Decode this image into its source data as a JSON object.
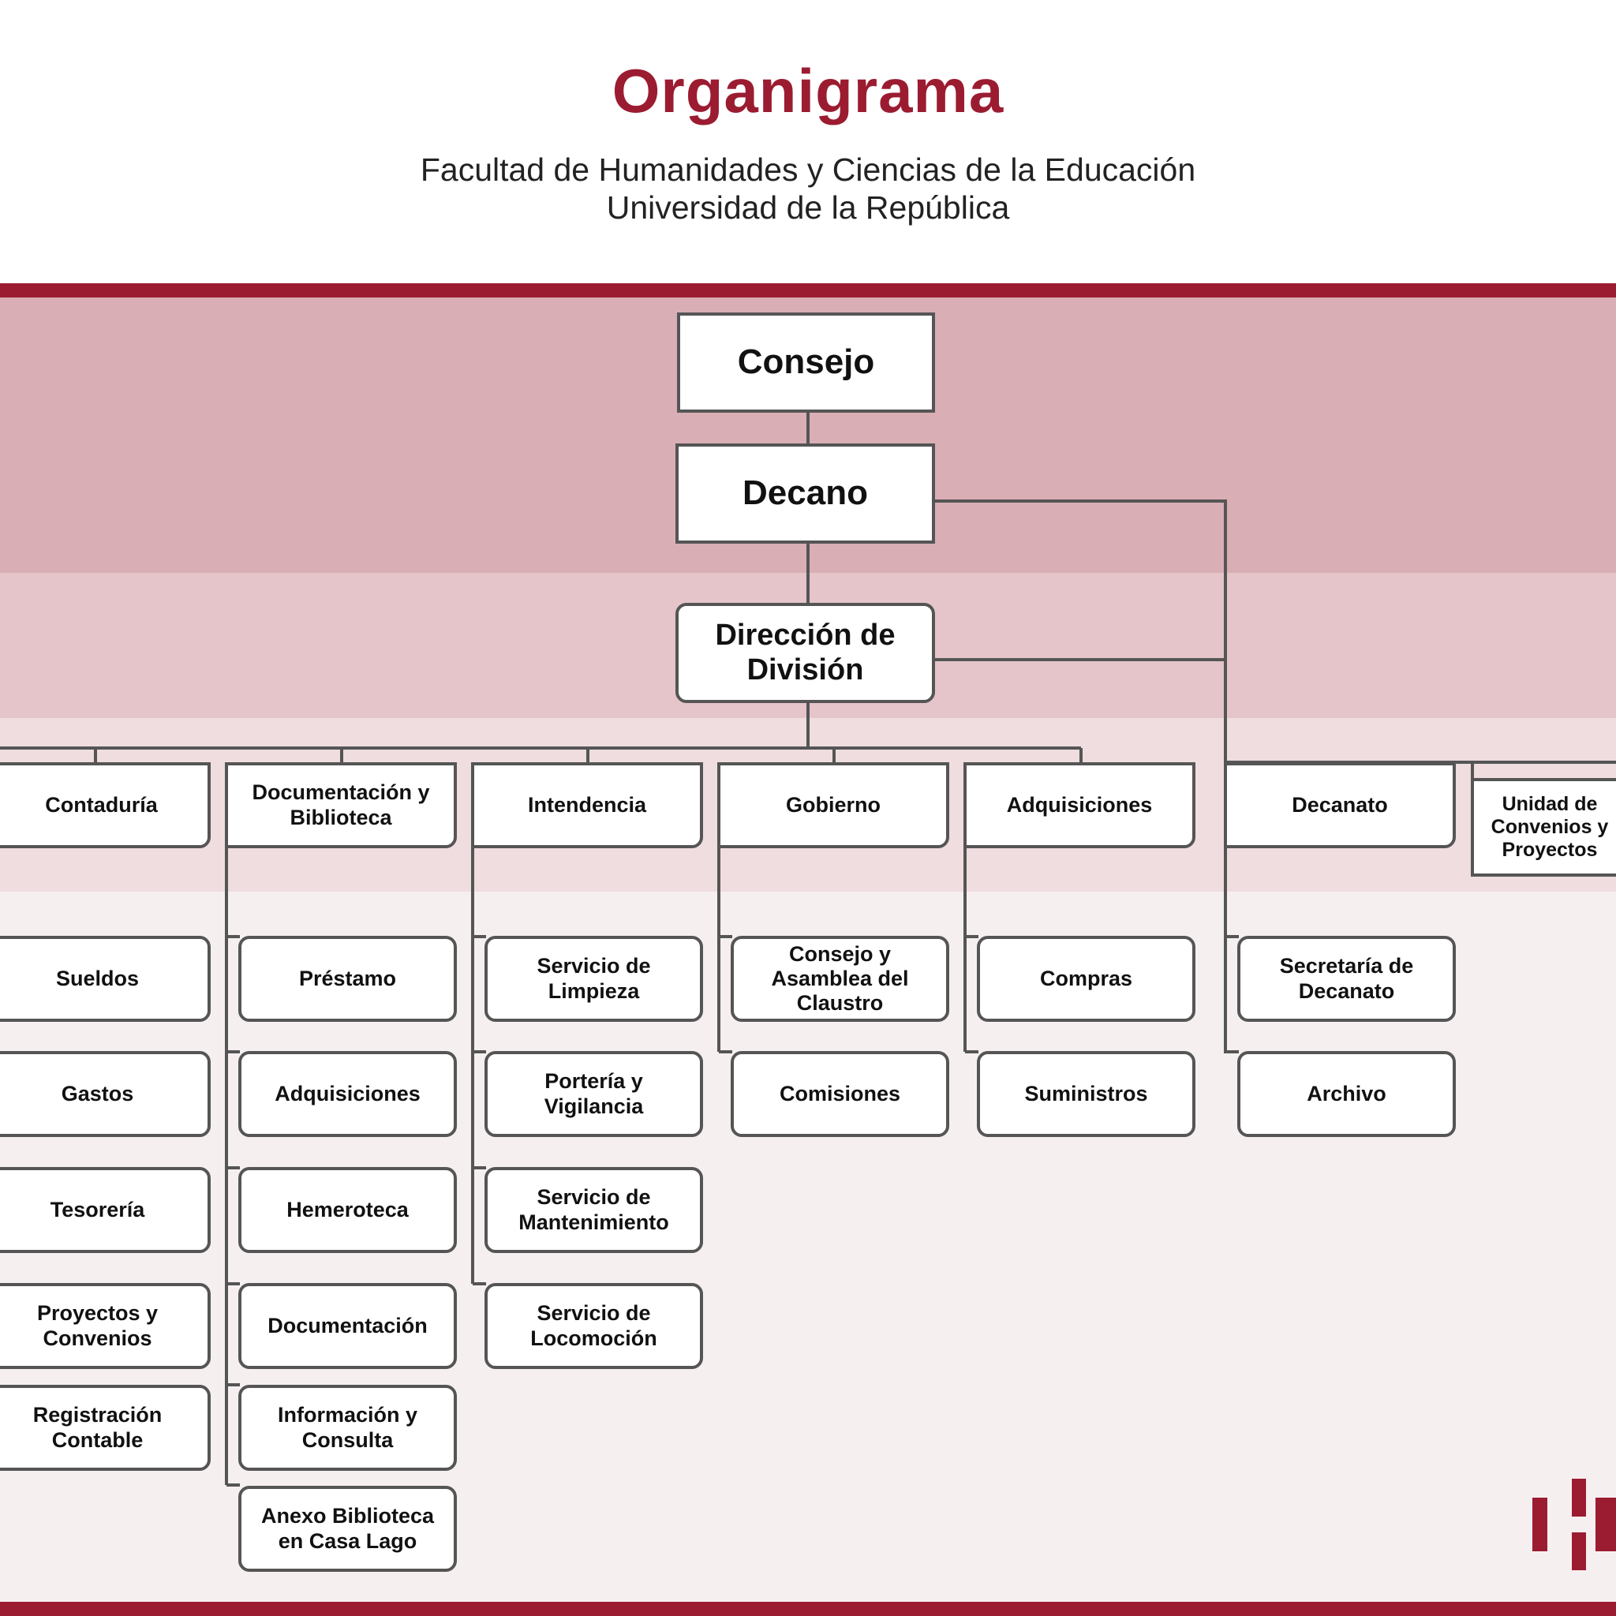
{
  "header": {
    "title": "Organigrama",
    "subtitle_line1": "Facultad de Humanidades y Ciencias de la Educación",
    "subtitle_line2": "Universidad de la República"
  },
  "colors": {
    "brand": "#9b1c31",
    "band_top": "#d9aeb5",
    "band_mid": "#e5c5ca",
    "band_low": "#efdde0",
    "band_bottom": "#f6eff0",
    "line": "#555555"
  },
  "top": {
    "consejo": "Consejo",
    "decano": "Decano",
    "direccion": "Dirección de División"
  },
  "departments": [
    {
      "label": "Contaduría",
      "children": [
        "Sueldos",
        "Gastos",
        "Tesorería",
        "Proyectos y Convenios",
        "Registración Contable"
      ]
    },
    {
      "label": "Documentación y Biblioteca",
      "children": [
        "Préstamo",
        "Adquisiciones",
        "Hemeroteca",
        "Documentación",
        "Información y Consulta",
        "Anexo Biblioteca en Casa Lago"
      ]
    },
    {
      "label": "Intendencia",
      "children": [
        "Servicio de Limpieza",
        "Portería y Vigilancia",
        "Servicio de Mantenimiento",
        "Servicio de Locomoción"
      ]
    },
    {
      "label": "Gobierno",
      "children": [
        "Consejo y Asamblea del Claustro",
        "Comisiones"
      ]
    },
    {
      "label": "Adquisiciones",
      "children": [
        "Compras",
        "Suministros"
      ]
    },
    {
      "label": "Decanato",
      "children": [
        "Secretaría de Decanato",
        "Archivo"
      ]
    }
  ],
  "unit_convenios": "Unidad de Convenios y Proyectos",
  "logo": {
    "icon": "fhce-logo-icon"
  }
}
